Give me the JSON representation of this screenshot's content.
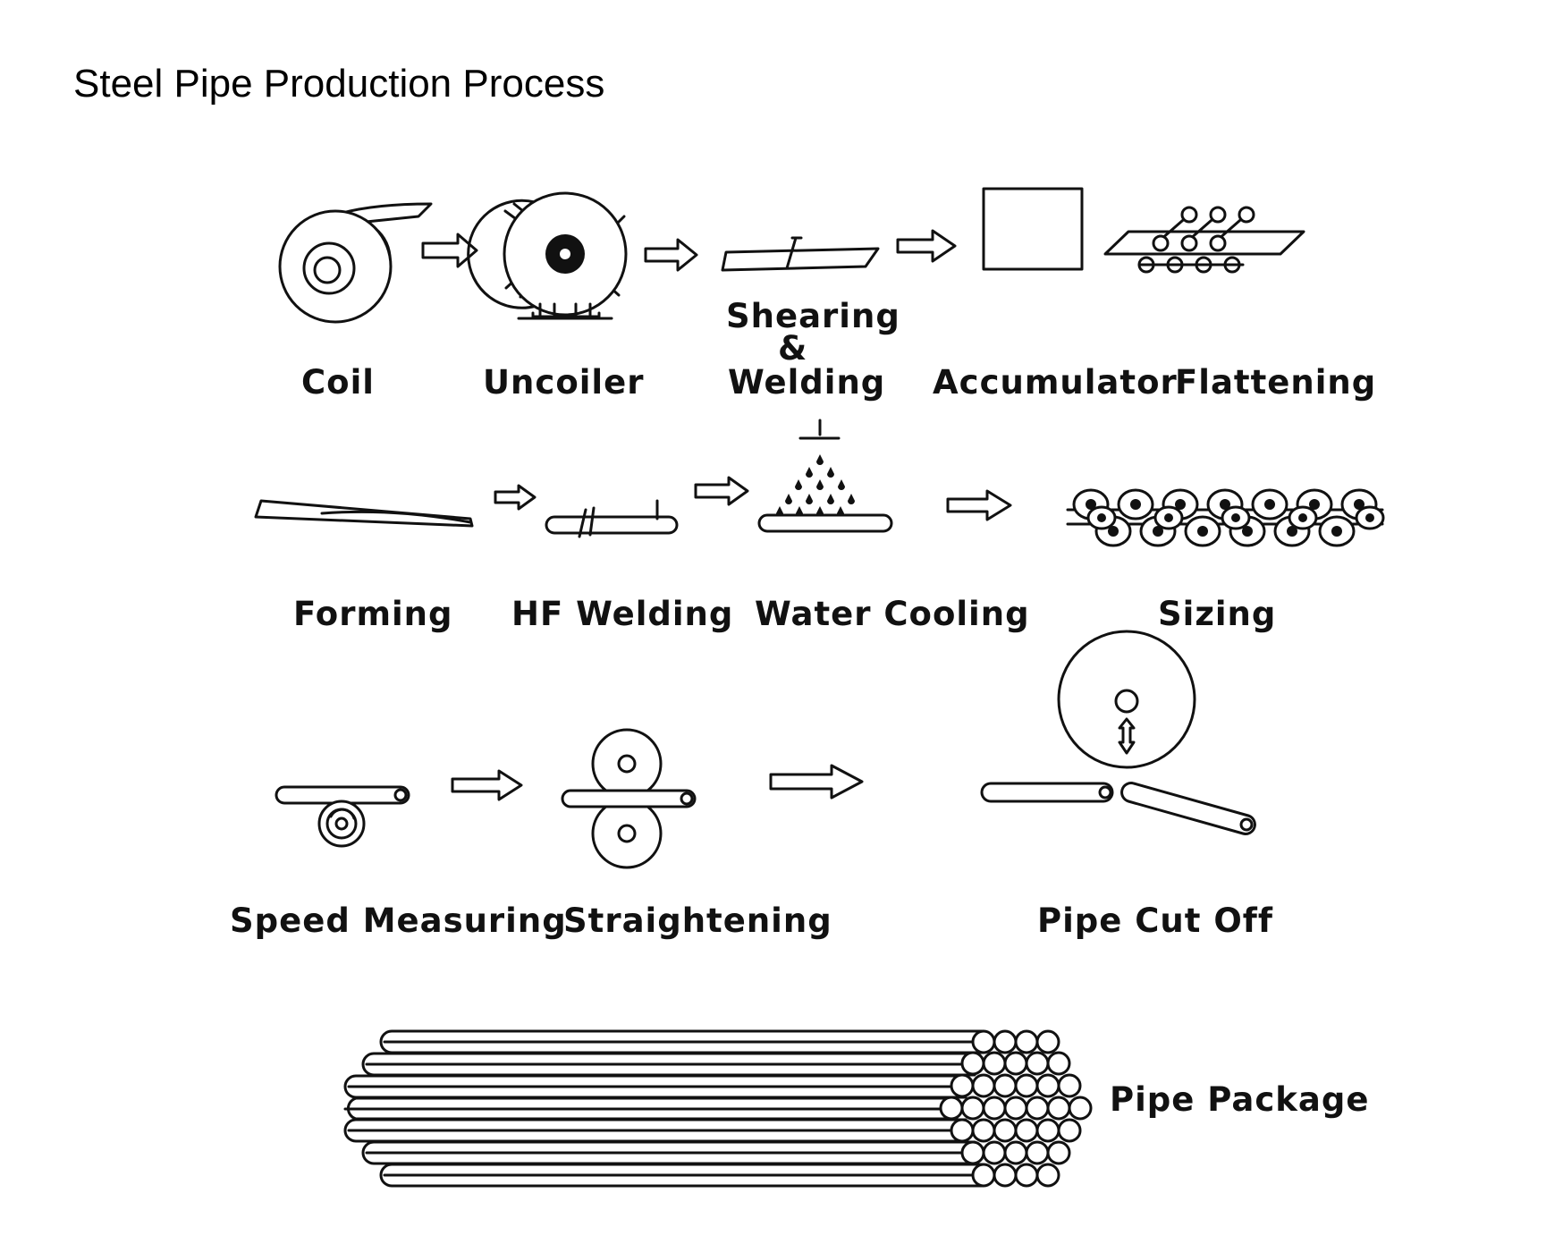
{
  "title": "Steel Pipe Production Process",
  "steps": {
    "coil": "Coil",
    "uncoiler": "Uncoiler",
    "shearing_line1": "Shearing",
    "shearing_line2": "&",
    "shearing_line3": "Welding",
    "accumulator": "Accumulator",
    "flattening": "Flattening",
    "forming": "Forming",
    "hf_welding": "HF Welding",
    "water_cooling": "Water Cooling",
    "sizing": "Sizing",
    "speed_measuring": "Speed Measuring",
    "straightening": "Straightening",
    "pipe_cut_off": "Pipe Cut Off",
    "pipe_package": "Pipe Package"
  },
  "icons": {
    "coil": "coil-icon",
    "uncoiler": "uncoiler-icon",
    "shearing": "shearing-welding-icon",
    "accumulator": "accumulator-icon",
    "flattening": "flattening-rollers-icon",
    "forming": "forming-strip-icon",
    "hf_welding": "hf-welding-icon",
    "water_cooling": "water-spray-icon",
    "sizing": "sizing-rollers-icon",
    "speed_measuring": "speed-wheel-icon",
    "straightening": "straightening-rollers-icon",
    "pipe_cut_off": "cutting-saw-icon",
    "pipe_package": "pipe-bundle-icon",
    "arrow": "right-arrow-icon"
  }
}
